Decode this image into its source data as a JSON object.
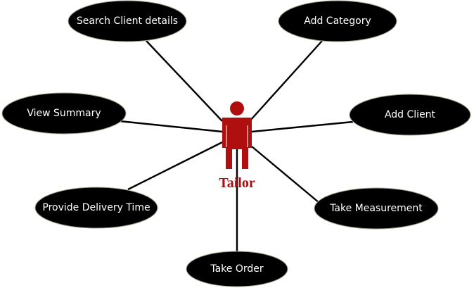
{
  "actor": {
    "label": "Tailor",
    "color": "#b00f0f"
  },
  "use_cases": [
    {
      "id": "search-client-details",
      "label": "Search Client details"
    },
    {
      "id": "add-category",
      "label": "Add Category"
    },
    {
      "id": "view-summary",
      "label": "View Summary"
    },
    {
      "id": "add-client",
      "label": "Add Client"
    },
    {
      "id": "provide-delivery-time",
      "label": "Provide Delivery Time"
    },
    {
      "id": "take-measurement",
      "label": "Take Measurement"
    },
    {
      "id": "take-order",
      "label": "Take Order"
    }
  ]
}
